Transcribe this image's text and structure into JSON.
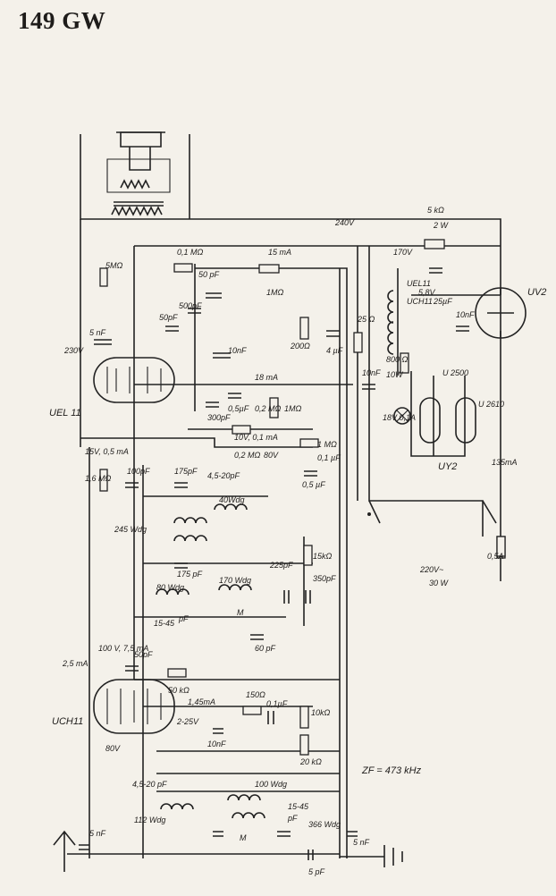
{
  "title": "149 GW",
  "labels": {
    "240v": "240V",
    "170v": "170V",
    "5k": "5 kΩ",
    "2w": "2 W",
    "uv2": "UV2",
    "5mohm": "5MΩ",
    "5nf": "5 nF",
    "230v": "230V",
    "uel11": "UEL 11",
    "15ma": "15 mA",
    "01m": "0,1 MΩ",
    "50pf_a": "50 pF",
    "1mohm": "1MΩ",
    "200ohm": "200Ω",
    "4uf": "4 µF",
    "25ohm": "25 Ω",
    "50pf_b": "50pF",
    "500pf": "500pF",
    "10nf_a": "10nF",
    "10nf_b": "10nF",
    "800ohm": "800 Ω",
    "10w": "10W",
    "25uf": "25µF",
    "10nf_c": "10nF",
    "300pf": "300pF",
    "18ma": "18 mA",
    "0_5uf": "0,5µF",
    "0_2m": "0,2 MΩ",
    "1m_b": "1MΩ",
    "10v": "10V, 0,1 mA",
    "15v": "15V, 0,5 mA",
    "18v": "18V 0,1A",
    "uch11": "UCH11",
    "uel11b": "UEL11",
    "5_8v": "5,8V",
    "u2500": "U 2500",
    "u2610": "U 2610",
    "uy2b": "UY2",
    "135ma": "135mA",
    "16m": "1,6 MΩ",
    "100pf": "100pF",
    "175pf": "175pF",
    "4520pf": "4,5-20pF",
    "0_2m_b": "0,2 MΩ",
    "80v": "80V",
    "40wdg": "40Wdg",
    "05uf": "0,5 µF",
    "01uf_b": "0,1 µF",
    "1m_c": "1 MΩ",
    "245wdg": "245 Wdg",
    "175pf_b": "175 pF",
    "15k": "15kΩ",
    "225pf": "225pF",
    "350pf": "350pF",
    "220v": "220V~",
    "30w": "30 W",
    "05a": "0,5A",
    "80wdg": "80 Wdg",
    "170wdg": "170 Wdg",
    "1545": "15-45",
    "pf_a": "pF",
    "m_a": "M",
    "60pf": "60 pF",
    "25ma": "2,5 mA",
    "100v": "100 V, 7,5 mA",
    "50pf_c": "50pF",
    "50k": "50 kΩ",
    "145ma": "1,45mA",
    "150ohm": "150Ω",
    "01uf_c": "0,1µF",
    "10k": "10kΩ",
    "225v": "2-25V",
    "10nf_d": "10nF",
    "20k": "20 kΩ",
    "zf": "ZF = 473 kHz",
    "uch11b": "UCH11",
    "80v_b": "80V",
    "4520pf_b": "4,5-20 pF",
    "100wdg": "100 Wdg",
    "112wdg": "112 Wdg",
    "5nf_b": "5 nF",
    "m_b": "M",
    "1545_b": "15-45",
    "pf_b": "pF",
    "366wdg": "366 Wdg",
    "5pf": "5 pF",
    "5nf_c": "5 nF"
  }
}
